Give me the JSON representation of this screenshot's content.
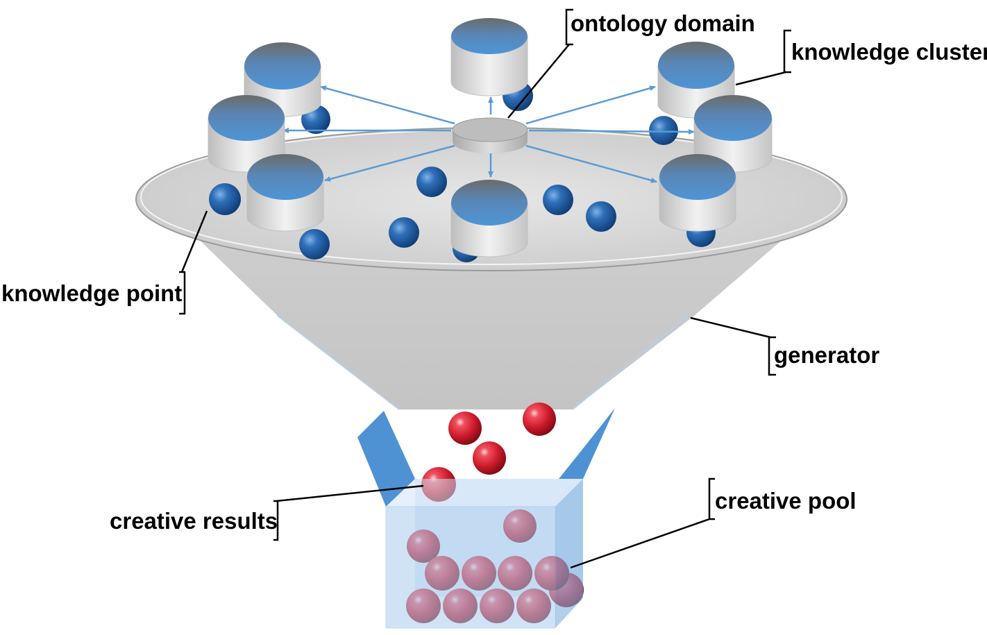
{
  "labels": {
    "ontology_domain": "ontology domain",
    "knowledge_cluster": "knowledge cluster",
    "knowledge_point": "knowledge point",
    "generator": "generator",
    "creative_results": "creative results",
    "creative_pool": "creative pool"
  },
  "colors": {
    "funnel_fill": "#c8c8c8",
    "funnel_rim": "#d9d9d9",
    "arrow": "#5b9bd5",
    "cluster_top": "#3f7fc0",
    "cluster_side": "#d9d9d9",
    "knowledge_point_ball": "#1f5fa8",
    "creative_ball": "#d0202e",
    "pool_fill": "#a9cdee",
    "pool_flap": "#4f92d3",
    "leader_line": "#000000"
  }
}
